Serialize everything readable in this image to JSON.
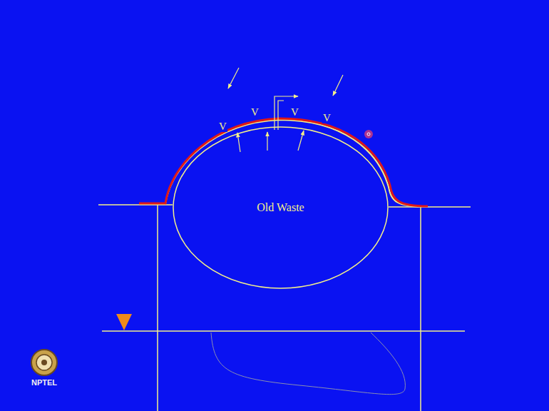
{
  "diagram": {
    "nodes": [
      {
        "text": [
          "Old Waste"
        ]
      }
    ],
    "labels": [
      "V",
      "V",
      "V",
      "V",
      "NPTEL"
    ]
  }
}
